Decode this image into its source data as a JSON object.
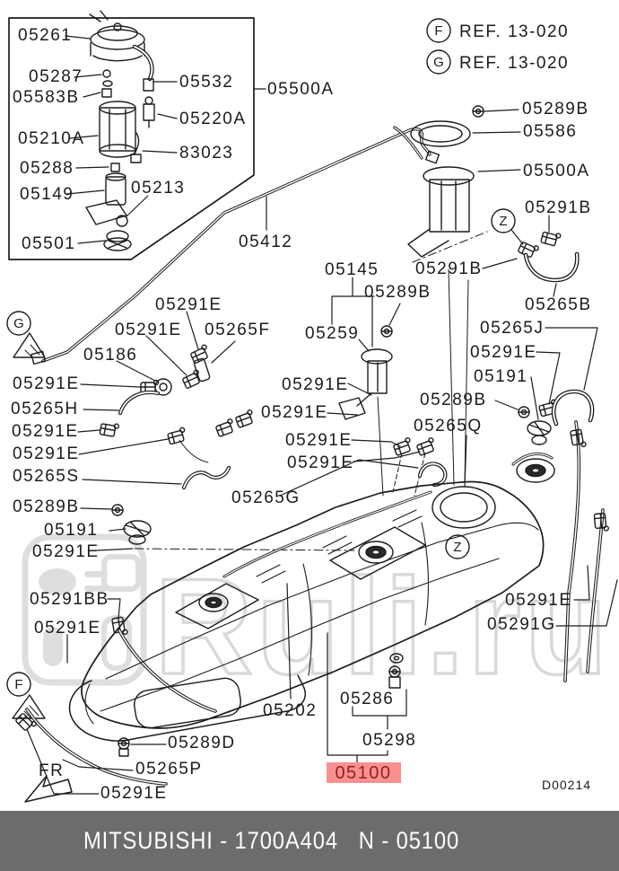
{
  "watermark": {
    "text": "Ruli.ru"
  },
  "legend": {
    "f_marker": "F",
    "f_ref": "REF. 13-020",
    "g_marker": "G",
    "g_ref": "REF. 13-020"
  },
  "ref_markers": {
    "f": "F",
    "g": "G",
    "z": "Z"
  },
  "fr_arrow": "FR",
  "drawing_number": "D00214",
  "parts": {
    "p05261": "05261",
    "p05287": "05287",
    "p05583B": "05583B",
    "p05532": "05532",
    "p05220A": "05220A",
    "p05210A": "05210A",
    "p83023": "83023",
    "p05288": "05288",
    "p05149": "05149",
    "p05213": "05213",
    "p05501": "05501",
    "p05500A": "05500A",
    "p05412": "05412",
    "p05145": "05145",
    "p05289B": "05289B",
    "p05259": "05259",
    "p05291E": "05291E",
    "p05265F": "05265F",
    "p05186": "05186",
    "p05265H": "05265H",
    "p05265S": "05265S",
    "p05191": "05191",
    "p05265G": "05265G",
    "p05265Q": "05265Q",
    "p05291B": "05291B",
    "p05265B": "05265B",
    "p05265J": "05265J",
    "p05586": "05586",
    "p05291BB": "05291BB",
    "p05291G": "05291G",
    "p05202": "05202",
    "p05286": "05286",
    "p05298": "05298",
    "p05100": "05100",
    "p05289D": "05289D",
    "p05265P": "05265P"
  },
  "highlight": {
    "part": "05100",
    "bg": "#f79191",
    "text_color": "#9b1c1c"
  },
  "footer": {
    "brand_code": "MITSUBISHI - 1700A404",
    "sheet_code": "N - 05100",
    "bg": "#6e6b6b",
    "text_color": "#ffffff"
  }
}
